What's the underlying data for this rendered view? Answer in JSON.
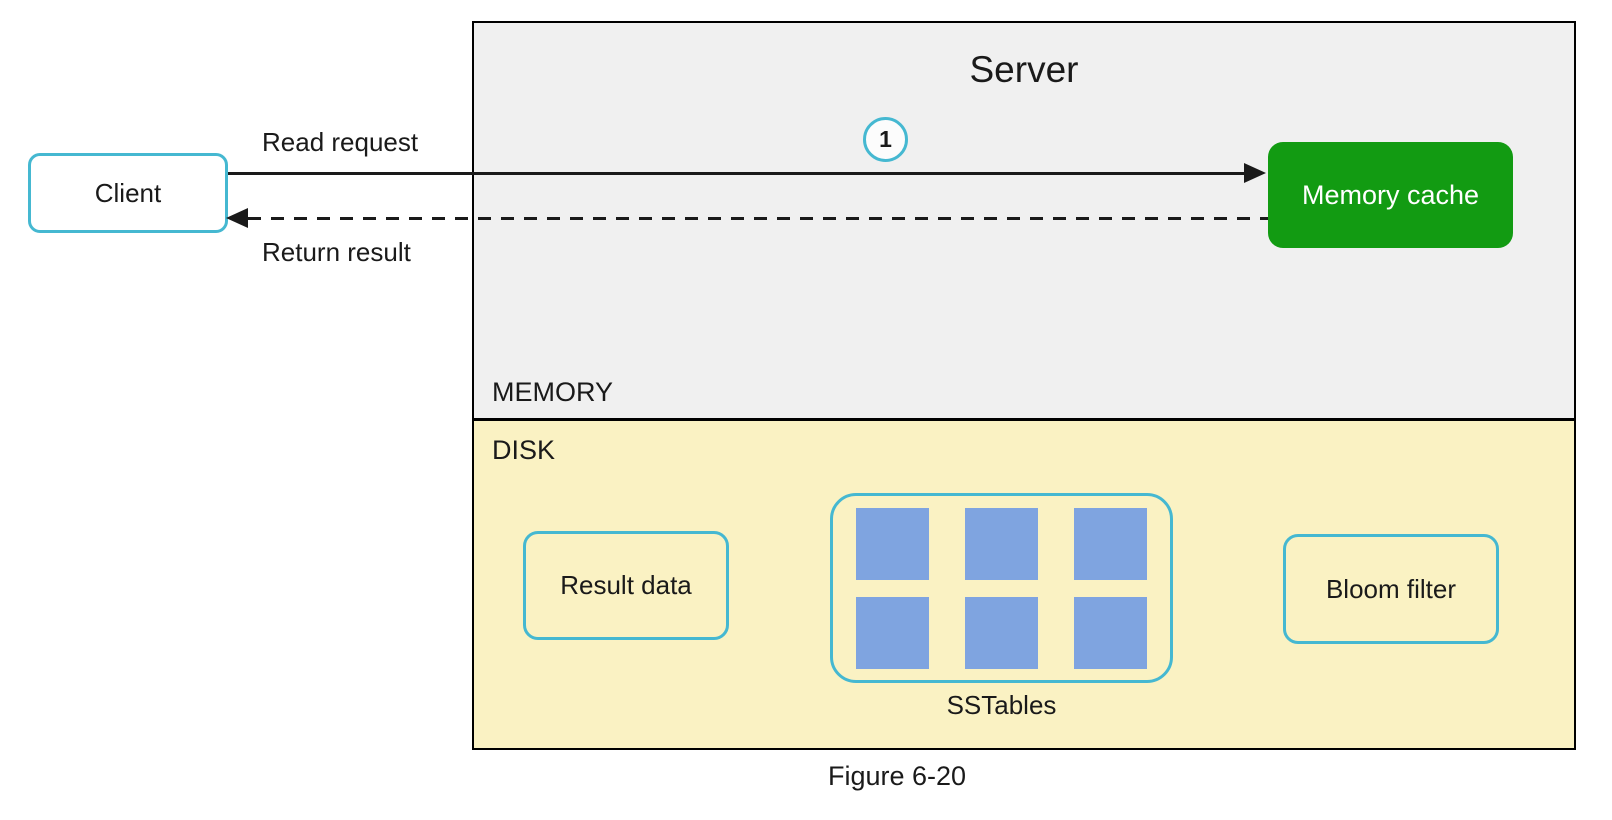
{
  "title": "Server",
  "figure_caption": "Figure 6-20",
  "client": {
    "label": "Client"
  },
  "arrows": {
    "read": {
      "label": "Read request",
      "step": "1",
      "style": "solid"
    },
    "return": {
      "label": "Return result",
      "style": "dashed"
    }
  },
  "memory": {
    "label": "MEMORY",
    "cache_label": "Memory cache"
  },
  "disk": {
    "label": "DISK",
    "result_data_label": "Result data",
    "sstables_label": "SSTables",
    "bloom_filter_label": "Bloom filter",
    "sstable_blocks": 6
  },
  "colors": {
    "memory_bg": "#f0f0f0",
    "disk_bg": "#faf2c3",
    "cache_green": "#129b12",
    "accent_cyan": "#45b8d1",
    "sstable_blue": "#7fa4e0",
    "line_color": "#1a1a1a"
  }
}
